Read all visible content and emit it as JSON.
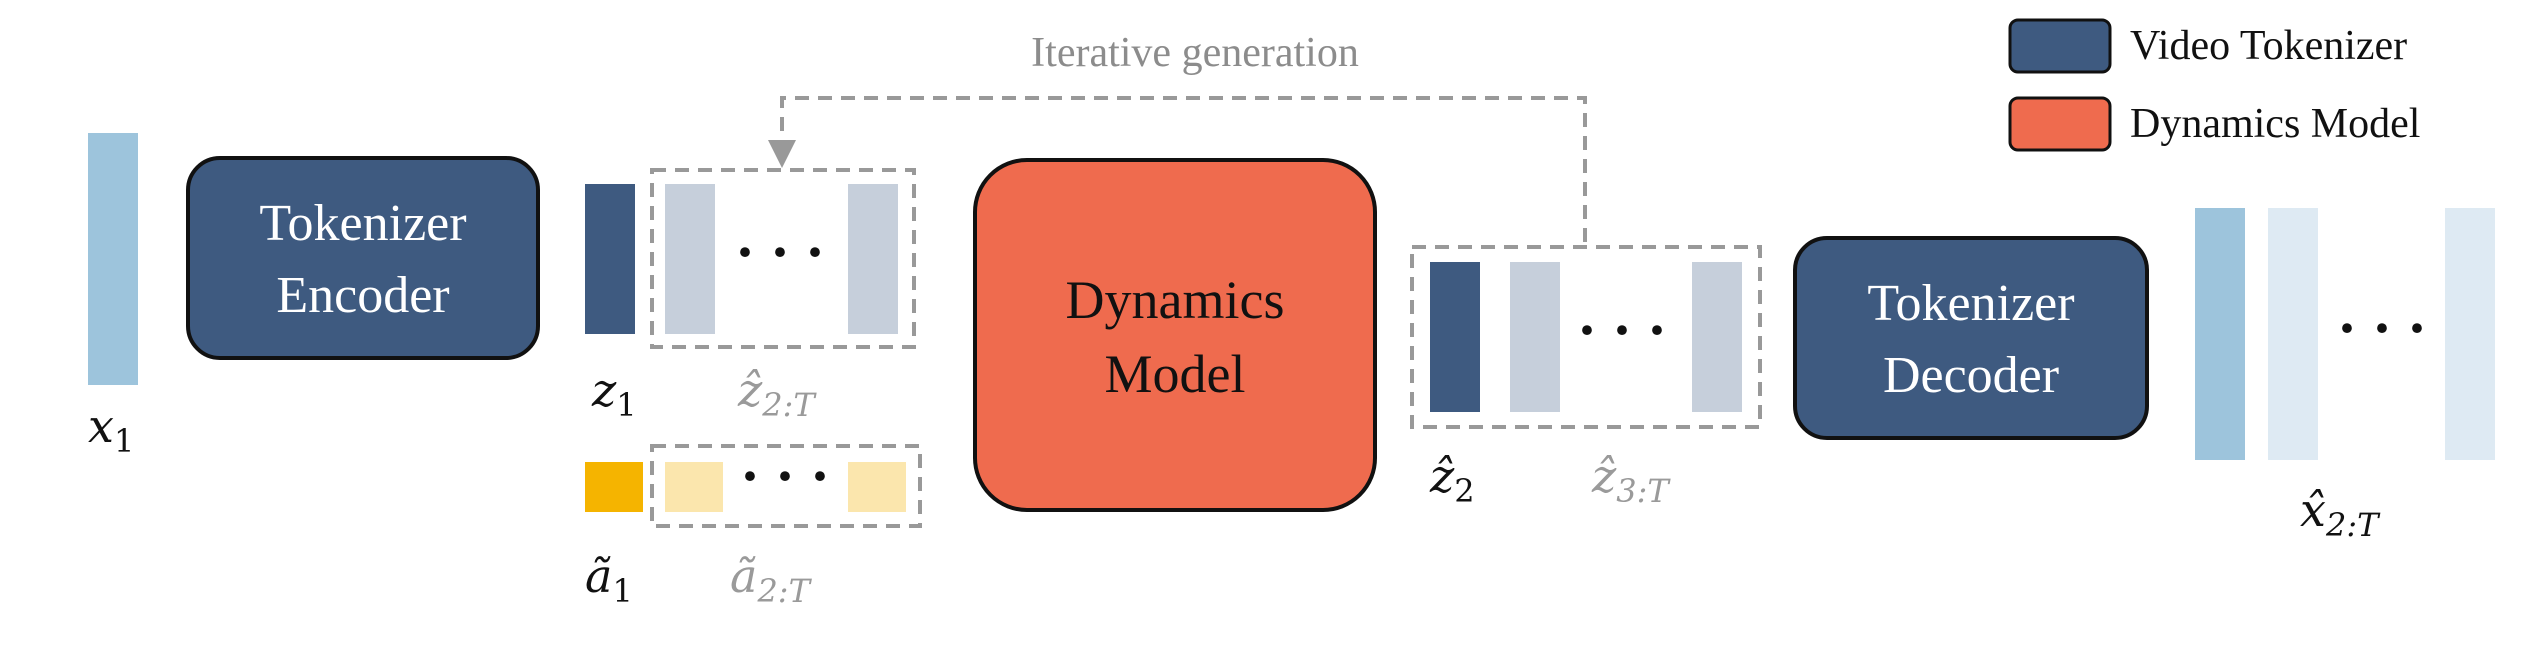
{
  "colors": {
    "tokenizer": "#3e5a80",
    "dynamics": "#ef6b4e",
    "frame_light_blue": "#9dc4dc",
    "frame_pale_blue": "#deeaf3",
    "token_gray": "#c6cfdb",
    "action_gold": "#f5b400",
    "action_pale": "#fbe6ad",
    "dash_gray": "#999999",
    "muted_text": "#9a9a9a",
    "outline": "#111111"
  },
  "icons": {
    "loop_arrow": "arrow-down-icon"
  },
  "loop_label": "Iterative generation",
  "legend": {
    "tokenizer_label": "Video Tokenizer",
    "dynamics_label": "Dynamics Model"
  },
  "blocks": {
    "encoder": {
      "line1": "Tokenizer",
      "line2": "Encoder"
    },
    "dynamics": {
      "line1": "Dynamics",
      "line2": "Model"
    },
    "decoder": {
      "line1": "Tokenizer",
      "line2": "Decoder"
    }
  },
  "ellipsis": "· · ·",
  "labels": {
    "x1": {
      "base": "x",
      "sub": "1"
    },
    "z1": {
      "base": "z",
      "sub": "1"
    },
    "zhat_2T": {
      "base": "ẑ",
      "sub": "2:T"
    },
    "a1": {
      "base": "ã",
      "sub": "1"
    },
    "atilde_2T": {
      "base": "ã",
      "sub": "2:T"
    },
    "zhat_2": {
      "base": "ẑ",
      "sub": "2"
    },
    "zhat_3T": {
      "base": "ẑ",
      "sub": "3:T"
    },
    "xhat_2T": {
      "base": "x̂",
      "sub": "2:T"
    }
  }
}
